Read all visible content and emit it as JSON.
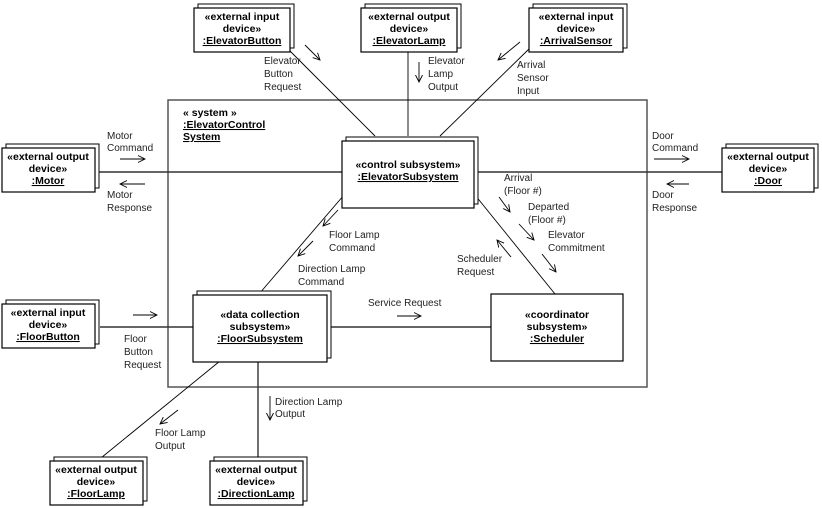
{
  "system": {
    "stereotype": "« system »",
    "name_line1": ":ElevatorControl",
    "name_line2": "System"
  },
  "objects": {
    "elevator_button": {
      "line1": "«external input",
      "line2": "device»",
      "name": ":ElevatorButton"
    },
    "elevator_lamp": {
      "line1": "«external output",
      "line2": "device»",
      "name": ":ElevatorLamp"
    },
    "arrival_sensor": {
      "line1": "«external input",
      "line2": "device»",
      "name": ":ArrivalSensor"
    },
    "motor": {
      "line1": "«external output",
      "line2": "device»",
      "name": ":Motor"
    },
    "door": {
      "line1": "«external output",
      "line2": "device»",
      "name": ":Door"
    },
    "elevator_subsystem": {
      "line1": "«control subsystem»",
      "name": ":ElevatorSubsystem"
    },
    "floor_button": {
      "line1": "«external input",
      "line2": "device»",
      "name": ":FloorButton"
    },
    "floor_subsystem": {
      "line1": "«data collection",
      "line2": "subsystem»",
      "name": ":FloorSubsystem"
    },
    "scheduler": {
      "line1": "«coordinator",
      "line2": "subsystem»",
      "name": ":Scheduler"
    },
    "floor_lamp": {
      "line1": "«external output",
      "line2": "device»",
      "name": ":FloorLamp"
    },
    "direction_lamp": {
      "line1": "«external output",
      "line2": "device»",
      "name": ":DirectionLamp"
    }
  },
  "messages": {
    "elevator_button_request": [
      "Elevator",
      "Button",
      "Request"
    ],
    "elevator_lamp_output": [
      "Elevator",
      "Lamp",
      "Output"
    ],
    "arrival_sensor_input": [
      "Arrival",
      "Sensor",
      "Input"
    ],
    "motor_command": [
      "Motor",
      "Command"
    ],
    "motor_response": [
      "Motor",
      "Response"
    ],
    "door_command": [
      "Door",
      "Command"
    ],
    "door_response": [
      "Door",
      "Response"
    ],
    "arrival": [
      "Arrival",
      "(Floor #)"
    ],
    "departed": [
      "Departed",
      "(Floor #)"
    ],
    "elevator_commitment": [
      "Elevator",
      "Commitment"
    ],
    "scheduler_request": [
      "Scheduler",
      "Request"
    ],
    "floor_lamp_command": [
      "Floor Lamp",
      "Command"
    ],
    "direction_lamp_command": [
      "Direction Lamp",
      "Command"
    ],
    "service_request": [
      "Service Request"
    ],
    "floor_button_request": [
      "Floor",
      "Button",
      "Request"
    ],
    "direction_lamp_output": [
      "Direction Lamp",
      "Output"
    ],
    "floor_lamp_output": [
      "Floor Lamp",
      "Output"
    ]
  }
}
